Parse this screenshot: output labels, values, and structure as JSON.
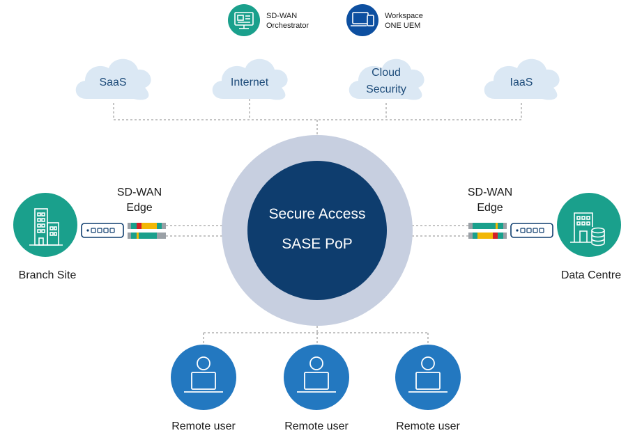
{
  "legend": {
    "orchestrator": {
      "label_line1": "SD-WAN",
      "label_line2": "Orchestrator",
      "color": "#1aa08c"
    },
    "uem": {
      "label_line1": "Workspace",
      "label_line2": "ONE UEM",
      "color": "#0d4fa0"
    }
  },
  "clouds": [
    {
      "label_lines": [
        "SaaS"
      ]
    },
    {
      "label_lines": [
        "Internet"
      ]
    },
    {
      "label_lines": [
        "Cloud",
        "Security"
      ]
    },
    {
      "label_lines": [
        "IaaS"
      ]
    }
  ],
  "center": {
    "line1": "Secure Access",
    "line2": "SASE PoP",
    "inner_color": "#0e3d6e",
    "ring_color": "#c7cfe0"
  },
  "edges": {
    "left": {
      "label_line1": "SD-WAN",
      "label_line2": "Edge"
    },
    "right": {
      "label_line1": "SD-WAN",
      "label_line2": "Edge"
    }
  },
  "sites": {
    "branch": {
      "label": "Branch Site",
      "color": "#1aa08c"
    },
    "datacentre": {
      "label": "Data Centre",
      "color": "#1aa08c"
    }
  },
  "remote_users": [
    {
      "label": "Remote user"
    },
    {
      "label": "Remote user"
    },
    {
      "label": "Remote user"
    }
  ],
  "colors": {
    "cloud_fill": "#dbe8f4",
    "cloud_text": "#1e4c7a",
    "user_blue": "#2378c0",
    "connector": "#8a8a8a"
  }
}
